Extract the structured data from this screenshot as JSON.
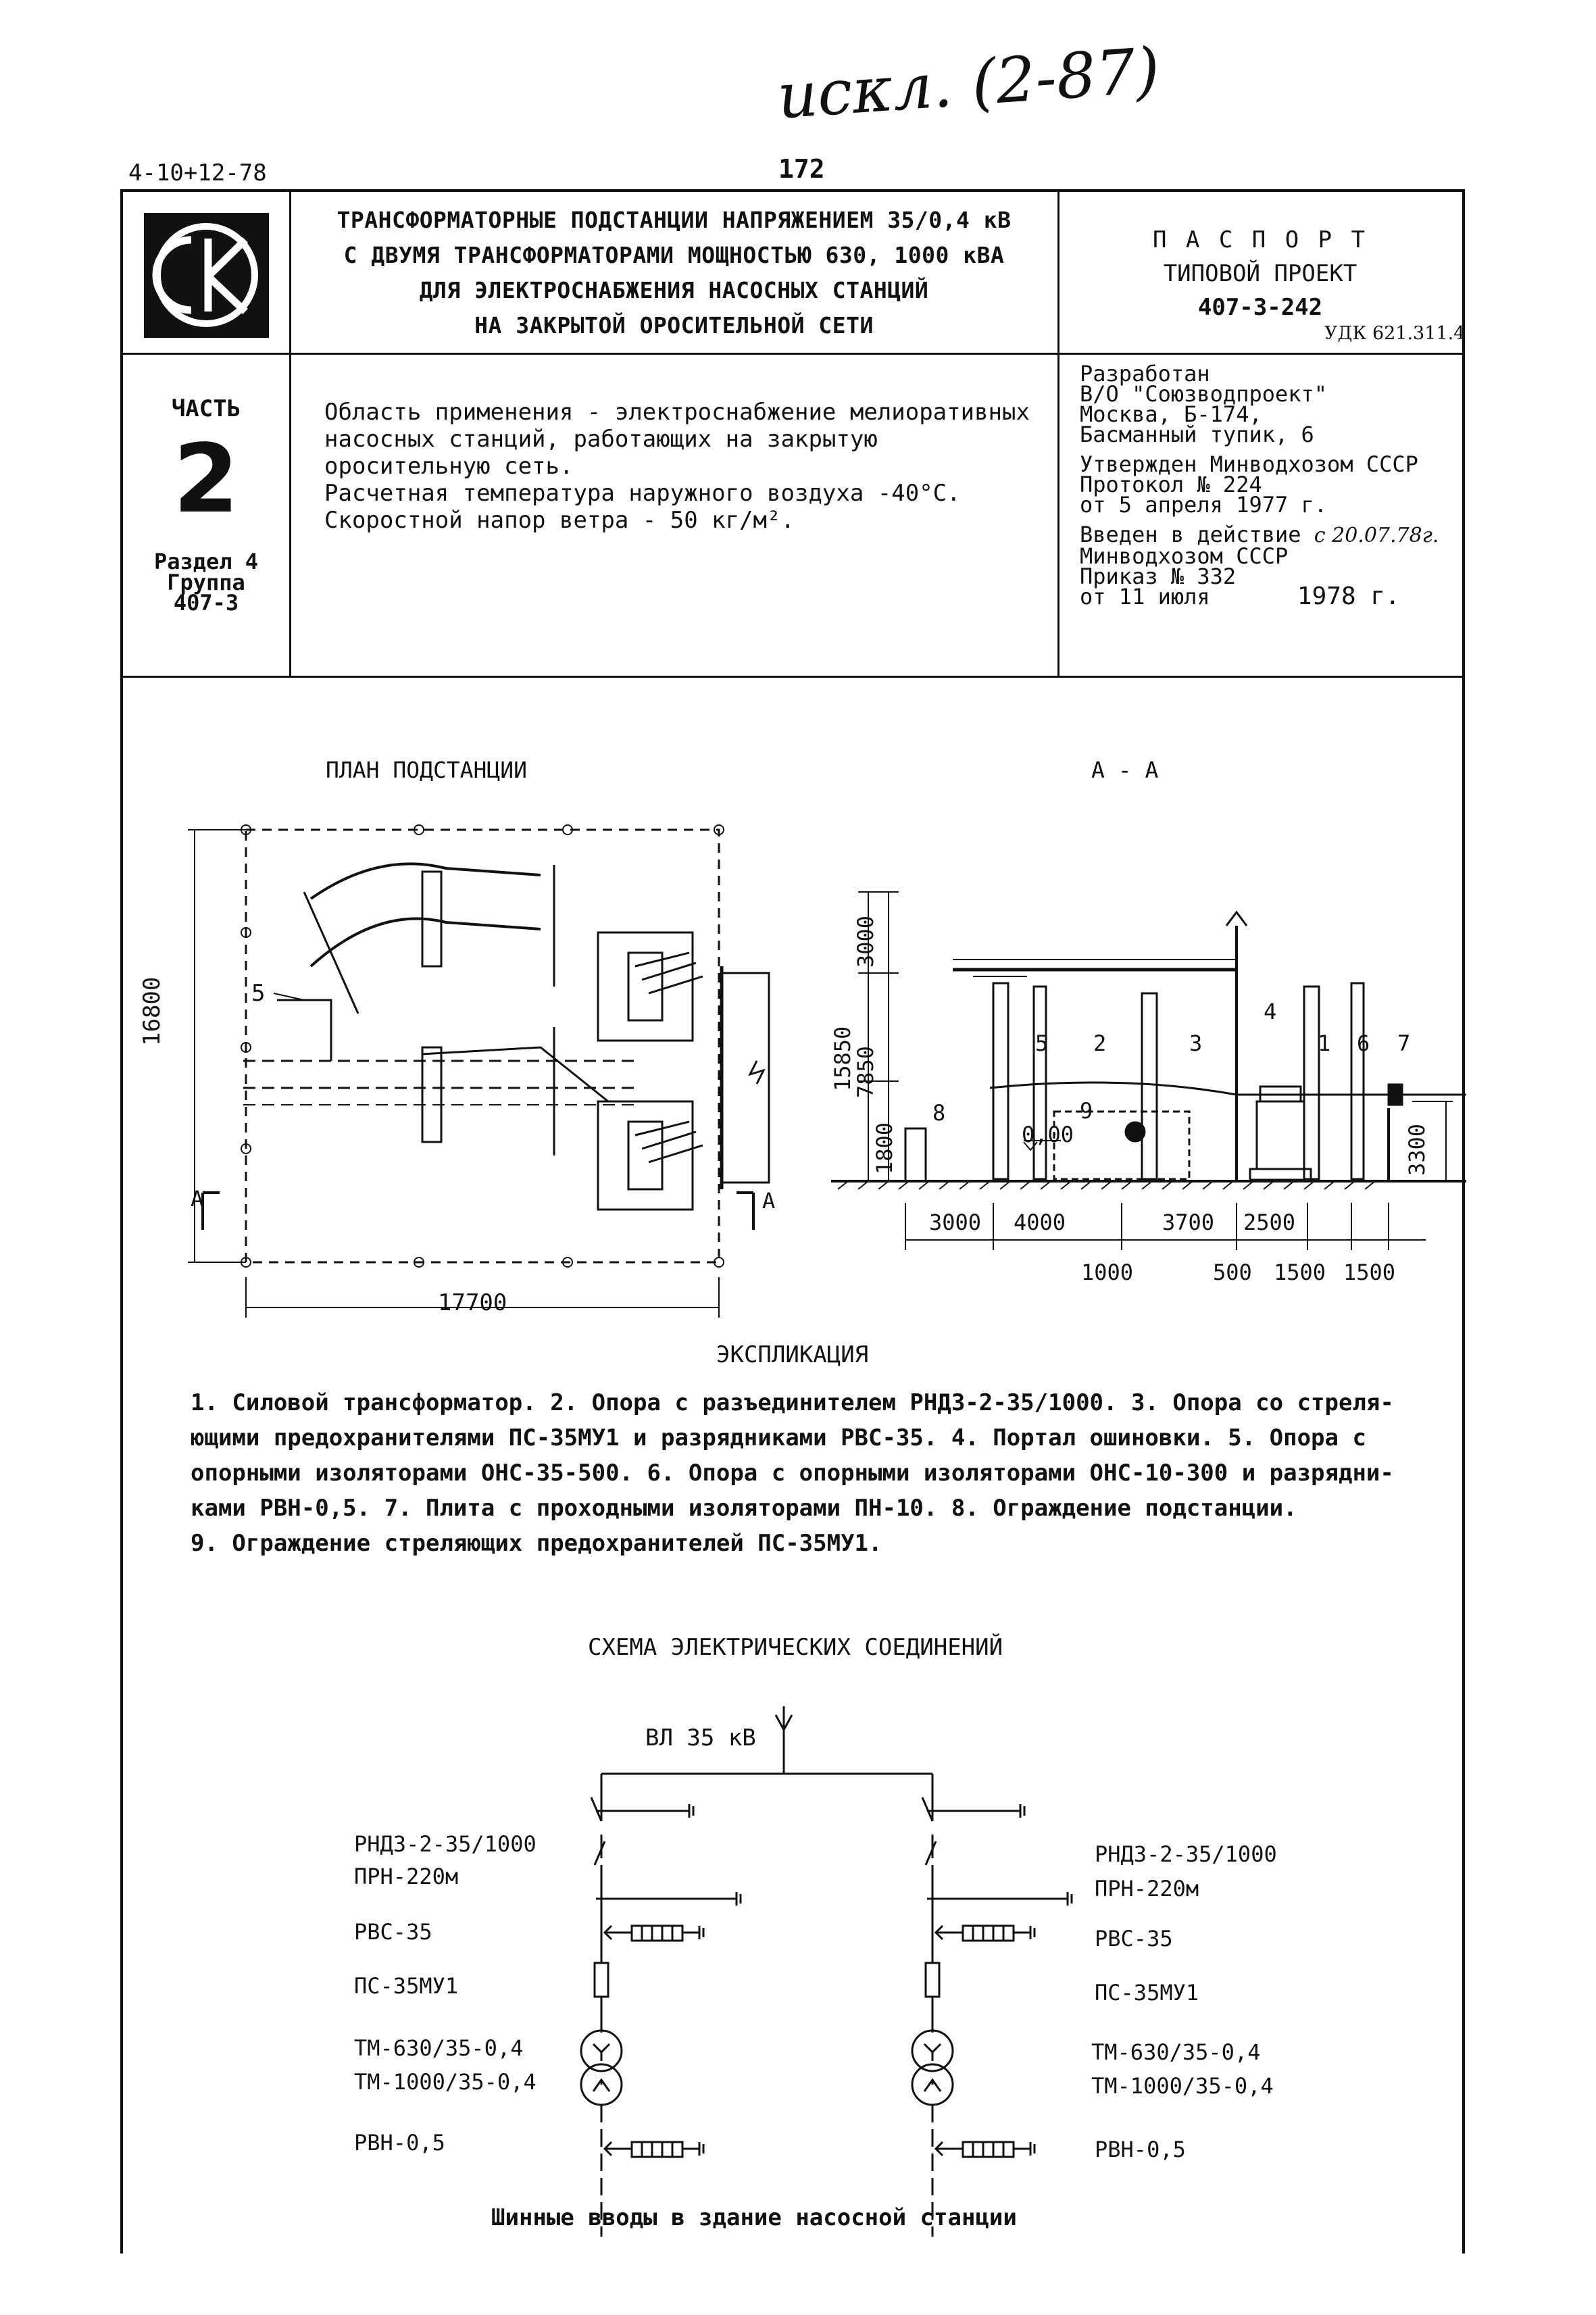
{
  "handwritten_note": "исκл. (2-87)",
  "series_code": "4-10+12-78",
  "page_number": "172",
  "logo_text": "СК",
  "header": {
    "title_lines": [
      "ТРАНСФОРМАТОРНЫЕ ПОДСТАНЦИИ НАПРЯЖЕНИЕМ 35/0,4 кВ",
      "С ДВУМЯ ТРАНСФОРМАТОРАМИ МОЩНОСТЬЮ 630, 1000 кВА",
      "ДЛЯ ЭЛЕКТРОСНАБЖЕНИЯ НАСОСНЫХ СТАНЦИЙ",
      "НА ЗАКРЫТОЙ ОРОСИТЕЛЬНОЙ СЕТИ"
    ],
    "passport": "П А С П О Р Т",
    "project_type": "ТИПОВОЙ ПРОЕКТ",
    "project_number": "407-3-242",
    "udk": "УДК 621.311.4"
  },
  "part": {
    "label": "ЧАСТЬ",
    "number": "2",
    "section": "Раздел 4",
    "group_label": "Группа",
    "group_number": "407-3"
  },
  "scope_lines": [
    "Область применения - электроснабжение мелиоративных",
    "насосных станций, работающих на закрытую",
    "оросительную сеть.",
    "Расчетная температура наружного воздуха -40°С.",
    "Скоростной напор ветра - 50 кг/м²."
  ],
  "approval": {
    "developed_lines": [
      "Разработан",
      "В/О \"Союзводпроект\"",
      "Москва, Б-174,",
      "Басманный тупик, 6"
    ],
    "approved_lines": [
      "Утвержден Минводхозом СССР",
      "Протокол № 224",
      "от 5 апреля 1977 г."
    ],
    "enacted_label": "Введен в действие",
    "enacted_date_handwritten": "с 20.07.78г.",
    "enacted_lines": [
      "Минводхозом СССР",
      "Приказ № 332"
    ],
    "order_date": "от 11 июля",
    "order_year": "1978 г."
  },
  "drawings": {
    "plan_title": "ПЛАН ПОДСТАНЦИИ",
    "section_title": "А - А",
    "plan_dim_height": "16800",
    "plan_dim_width": "17700",
    "plan_callout": "5",
    "section_marker": "А",
    "section_dims_vertical": [
      "15850",
      "7850",
      "3000",
      "1800",
      "3300"
    ],
    "section_level": "0,00",
    "section_dims_horizontal": [
      "3000",
      "4000",
      "3700",
      "2500"
    ],
    "section_dims_bottom": [
      "1000",
      "500",
      "1500",
      "1500"
    ],
    "section_callouts": [
      "1",
      "2",
      "3",
      "4",
      "5",
      "6",
      "7",
      "8",
      "9"
    ]
  },
  "explication": {
    "title": "ЭКСПЛИКАЦИЯ",
    "lines": [
      "1. Силовой трансформатор. 2. Опора с разъединителем РНДЗ-2-35/1000. 3. Опора со стреля-",
      "ющими предохранителями ПС-35МУ1 и разрядниками РВС-35. 4. Портал ошиновки. 5. Опора с",
      "опорными изоляторами ОНС-35-500. 6. Опора с опорными изоляторами ОНС-10-300 и разрядни-",
      "ками РВН-0,5. 7. Плита с проходными изоляторами ПН-10. 8. Ограждение подстанции.",
      "9. Ограждение стреляющих предохранителей ПС-35МУ1."
    ]
  },
  "schema": {
    "title": "СХЕМА ЭЛЕКТРИЧЕСКИХ СОЕДИНЕНИЙ",
    "input": "ВЛ 35 кВ",
    "left_labels": [
      "РНДЗ-2-35/1000",
      "ПРН-220м",
      "РВС-35",
      "ПС-35МУ1",
      "ТМ-630/35-0,4",
      "ТМ-1000/35-0,4",
      "РВН-0,5"
    ],
    "right_labels": [
      "РНДЗ-2-35/1000",
      "ПРН-220м",
      "РВС-35",
      "ПС-35МУ1",
      "ТМ-630/35-0,4",
      "ТМ-1000/35-0,4",
      "РВН-0,5"
    ],
    "footer": "Шинные вводы в здание насосной станции"
  }
}
